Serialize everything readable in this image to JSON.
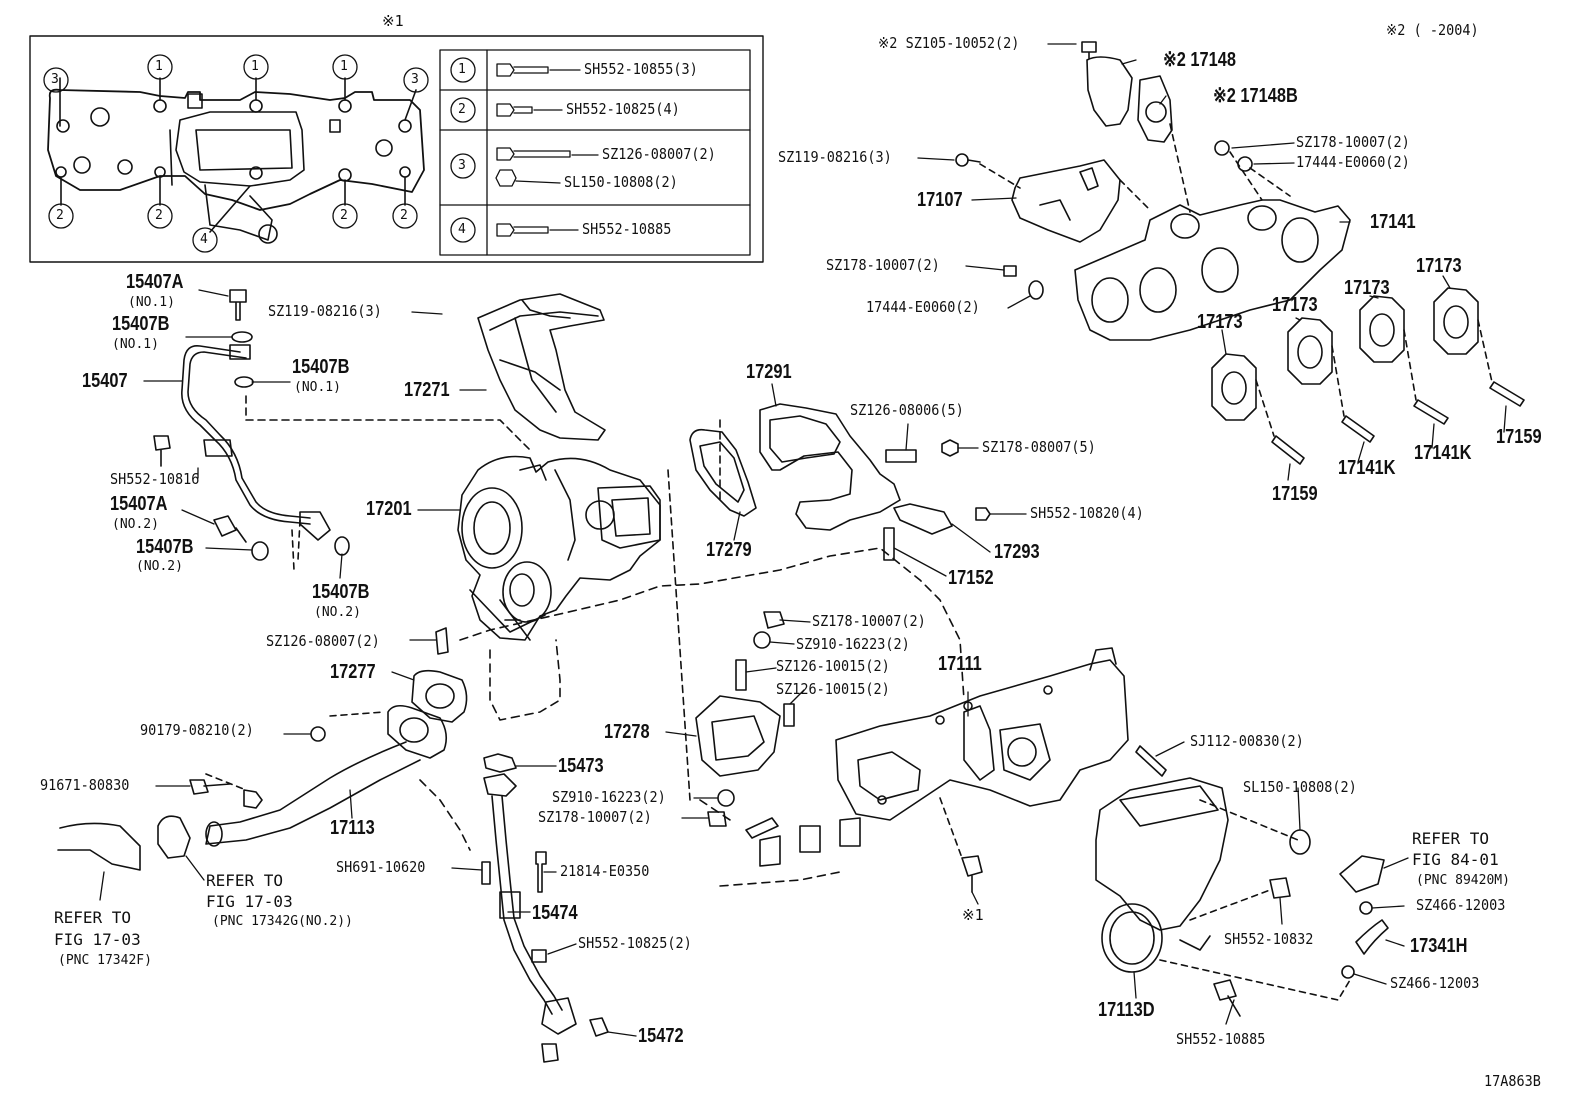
{
  "diagram_id": "17A863B",
  "note_top_left": "※1",
  "note_top_right": "※2 (      -2004)",
  "key_table": {
    "rows": [
      {
        "num": "1",
        "parts": [
          "SH552-10855(3)"
        ]
      },
      {
        "num": "2",
        "parts": [
          "SH552-10825(4)"
        ]
      },
      {
        "num": "3",
        "parts": [
          "SZ126-08007(2)",
          "SL150-10808(2)"
        ]
      },
      {
        "num": "4",
        "parts": [
          "SH552-10885"
        ]
      }
    ]
  },
  "gasket_callouts": [
    "3",
    "1",
    "1",
    "1",
    "3",
    "2",
    "2",
    "4",
    "2",
    "2"
  ],
  "labels": {
    "l_sz105": "※2 SZ105-10052(2)",
    "l_17148": "※2 17148",
    "l_17148b": "※2 17148B",
    "l_sz178a": "SZ178-10007(2)",
    "l_17444a": "17444-E0060(2)",
    "l_sz119a": "SZ119-08216(3)",
    "l_17107": "17107",
    "l_17141": "17141",
    "l_sz178b": "SZ178-10007(2)",
    "l_17444b": "17444-E0060(2)",
    "l_15407a1": "15407A",
    "l_no1a": "(NO.1)",
    "l_15407b1": "15407B",
    "l_no1b": "(NO.1)",
    "l_15407": "15407",
    "l_15407b2": "15407B",
    "l_no1c": "(NO.1)",
    "l_sz119b": "SZ119-08216(3)",
    "l_17271": "17271",
    "l_17173a": "17173",
    "l_17173b": "17173",
    "l_17173c": "17173",
    "l_17173d": "17173",
    "l_17291": "17291",
    "l_sz126a": "SZ126-08006(5)",
    "l_sz178c": "SZ178-08007(5)",
    "l_sh552a": "SH552-10816",
    "l_15407a2": "15407A",
    "l_no2a": "(NO.2)",
    "l_15407b3": "15407B",
    "l_no2b": "(NO.2)",
    "l_17201": "17201",
    "l_17279": "17279",
    "l_sh552b": "SH552-10820(4)",
    "l_17293": "17293",
    "l_17152": "17152",
    "l_17159a": "17159",
    "l_17141ka": "17141K",
    "l_17141kb": "17141K",
    "l_17159b": "17159",
    "l_15407b4": "15407B",
    "l_no2c": "(NO.2)",
    "l_sz126b": "SZ126-08007(2)",
    "l_17277": "17277",
    "l_sz178d": "SZ178-10007(2)",
    "l_sz910a": "SZ910-16223(2)",
    "l_sz126c": "SZ126-10015(2)",
    "l_17111": "17111",
    "l_sz126d": "SZ126-10015(2)",
    "l_17278": "17278",
    "l_90179": "90179-08210(2)",
    "l_sj112": "SJ112-00830(2)",
    "l_15473": "15473",
    "l_sl150": "SL150-10808(2)",
    "l_91671": "91671-80830",
    "l_sz910b": "SZ910-16223(2)",
    "l_sz178e": "SZ178-10007(2)",
    "l_17113": "17113",
    "l_refer84": "REFER TO",
    "l_fig84": "FIG 84-01",
    "l_pnc84": "(PNC 89420M)",
    "l_sh691": "SH691-10620",
    "l_21814": "21814-E0350",
    "l_refer17a": "REFER TO",
    "l_fig17a": "FIG 17-03",
    "l_pnc17a": "(PNC 17342G(NO.2))",
    "l_refer17b": "REFER TO",
    "l_fig17b": "FIG 17-03",
    "l_pnc17b": "(PNC 17342F)",
    "l_15474": "15474",
    "l_sz466a": "SZ466-12003",
    "l_k1": "※1",
    "l_sh552c": "SH552-10832",
    "l_17341h": "17341H",
    "l_sh552d": "SH552-10825(2)",
    "l_sz466b": "SZ466-12003",
    "l_17113d": "17113D",
    "l_15472": "15472",
    "l_sh552e": "SH552-10885"
  }
}
